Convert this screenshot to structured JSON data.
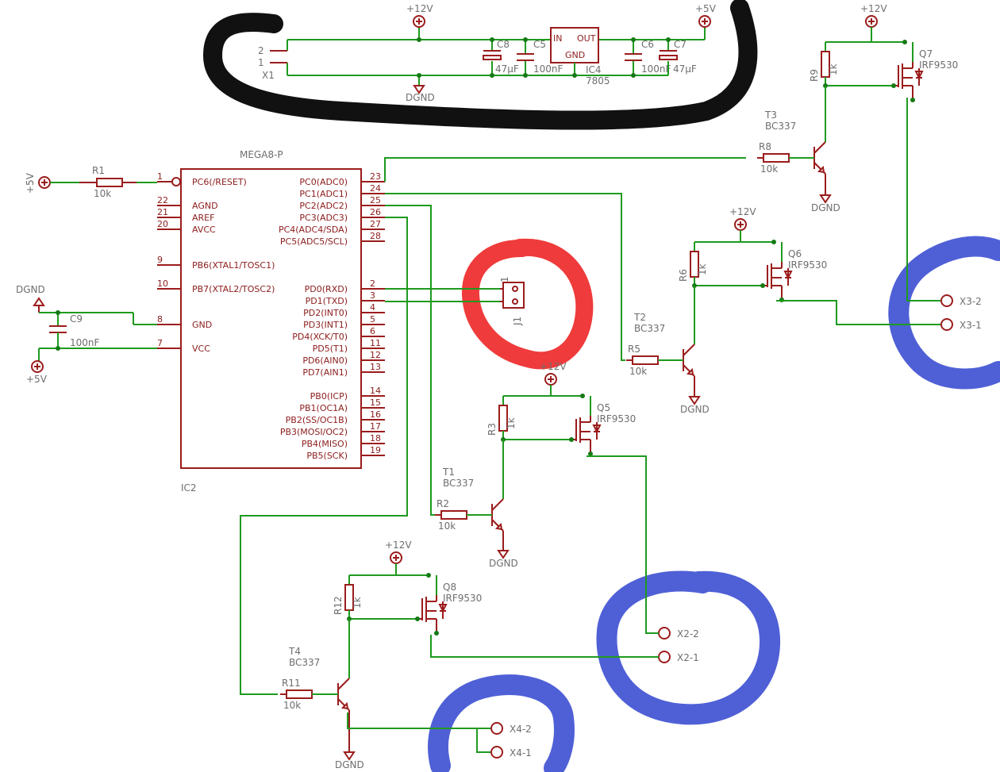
{
  "schematic": {
    "supply_labels": {
      "p12": "+12V",
      "p5": "+5V",
      "gnd": "DGND"
    },
    "power_section": {
      "connector": {
        "name": "X1",
        "pin_top": "2",
        "pin_bottom": "1"
      },
      "c8": {
        "name": "C8",
        "value": "47µF"
      },
      "c5": {
        "name": "C5",
        "value": "100nF"
      },
      "regulator": {
        "name": "IC4",
        "value": "7805",
        "in": "IN",
        "out": "OUT",
        "gnd": "GND"
      },
      "c6": {
        "name": "C6",
        "value": "100nF"
      },
      "c7": {
        "name": "C7",
        "value": "47µF"
      }
    },
    "mcu": {
      "title": "MEGA8-P",
      "ref": "IC2",
      "left_pins": [
        {
          "num": "1",
          "label": "PC6(/RESET)"
        },
        {
          "num": "22",
          "label": "AGND"
        },
        {
          "num": "21",
          "label": "AREF"
        },
        {
          "num": "20",
          "label": "AVCC"
        },
        {
          "num": "9",
          "label": "PB6(XTAL1/TOSC1)"
        },
        {
          "num": "10",
          "label": "PB7(XTAL2/TOSC2)"
        },
        {
          "num": "8",
          "label": "GND"
        },
        {
          "num": "7",
          "label": "VCC"
        }
      ],
      "right_pins": [
        {
          "num": "23",
          "label": "PC0(ADC0)"
        },
        {
          "num": "24",
          "label": "PC1(ADC1)"
        },
        {
          "num": "25",
          "label": "PC2(ADC2)"
        },
        {
          "num": "26",
          "label": "PC3(ADC3)"
        },
        {
          "num": "27",
          "label": "PC4(ADC4/SDA)"
        },
        {
          "num": "28",
          "label": "PC5(ADC5/SCL)"
        },
        {
          "num": "2",
          "label": "PD0(RXD)"
        },
        {
          "num": "3",
          "label": "PD1(TXD)"
        },
        {
          "num": "4",
          "label": "PD2(INT0)"
        },
        {
          "num": "5",
          "label": "PD3(INT1)"
        },
        {
          "num": "6",
          "label": "PD4(XCK/T0)"
        },
        {
          "num": "11",
          "label": "PD5(T1)"
        },
        {
          "num": "12",
          "label": "PD6(AIN0)"
        },
        {
          "num": "13",
          "label": "PD7(AIN1)"
        },
        {
          "num": "14",
          "label": "PB0(ICP)"
        },
        {
          "num": "15",
          "label": "PB1(OC1A)"
        },
        {
          "num": "16",
          "label": "PB2(SS/OC1B)"
        },
        {
          "num": "17",
          "label": "PB3(MOSI/OC2)"
        },
        {
          "num": "18",
          "label": "PB4(MISO)"
        },
        {
          "num": "19",
          "label": "PB5(SCK)"
        }
      ]
    },
    "r1": {
      "name": "R1",
      "value": "10k"
    },
    "c9": {
      "name": "C9",
      "value": "100nF"
    },
    "j1": {
      "name": "J1",
      "pin": "1"
    },
    "drivers": [
      {
        "q": "Q7",
        "qv": "IRF9530",
        "r": "R9",
        "rv": "1k",
        "t": "T3",
        "tv": "BC337",
        "rb": "R8",
        "rbv": "10k"
      },
      {
        "q": "Q6",
        "qv": "IRF9530",
        "r": "R6",
        "rv": "1k",
        "t": "T2",
        "tv": "BC337",
        "rb": "R5",
        "rbv": "10k"
      },
      {
        "q": "Q5",
        "qv": "IRF9530",
        "r": "R3",
        "rv": "1k",
        "t": "T1",
        "tv": "BC337",
        "rb": "R2",
        "rbv": "10k"
      },
      {
        "q": "Q8",
        "qv": "IRF9530",
        "r": "R12",
        "rv": "1k",
        "t": "T4",
        "tv": "BC337",
        "rb": "R11",
        "rbv": "10k"
      }
    ],
    "outputs": {
      "x3_2": "X3-2",
      "x3_1": "X3-1",
      "x2_2": "X2-2",
      "x2_1": "X2-1",
      "x4_2": "X4-2",
      "x4_1": "X4-1"
    },
    "colors": {
      "wire": "#1f9a1f",
      "component": "#9b1c1c",
      "label": "#6e6e6e",
      "mark_black": "#111111",
      "mark_red": "#ee2a2a",
      "mark_blue": "#3c4fd2"
    }
  }
}
